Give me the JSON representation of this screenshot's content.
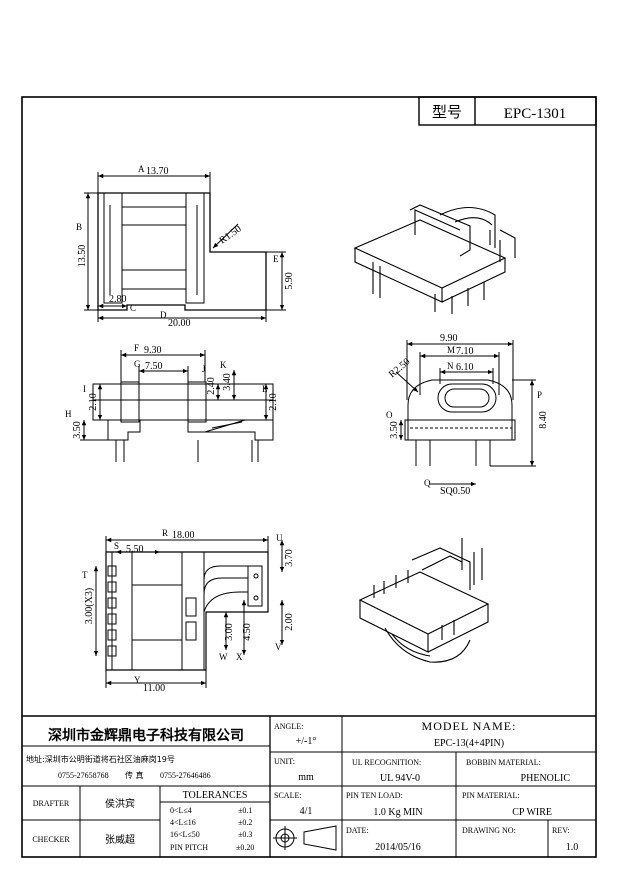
{
  "header": {
    "model_label": "型号",
    "model_value": "EPC-1301"
  },
  "views": {
    "top": {
      "labels": [
        "A",
        "B",
        "C",
        "D",
        "E"
      ],
      "dims": {
        "a": "13.70",
        "b": "13.50",
        "radius": "R1.50",
        "e": "5.90",
        "c": "2.80",
        "d": "20.00"
      }
    },
    "front": {
      "labels": [
        "F",
        "G",
        "H",
        "I",
        "J",
        "K",
        "L"
      ],
      "dims": {
        "f": "9.30",
        "g": "7.50",
        "h": "3.50",
        "i": "2.10",
        "j": "2.40",
        "k": "3.40",
        "l": "2.10"
      }
    },
    "side": {
      "labels": [
        "M",
        "N",
        "O",
        "P",
        "Q"
      ],
      "dims": {
        "top": "9.90",
        "m": "7.10",
        "n": "6.10",
        "r": "R2.50",
        "o": "3.50",
        "p": "8.40",
        "q": "SQ0.50"
      }
    },
    "bottom": {
      "labels": [
        "R",
        "S",
        "T",
        "U",
        "V",
        "W",
        "X",
        "Y"
      ],
      "dims": {
        "r": "18.00",
        "s": "5.50",
        "t": "3.00(X3)",
        "u": "3.70",
        "v": "2.00",
        "w": "3.00",
        "x": "4.50",
        "y": "11.00"
      }
    }
  },
  "title_block": {
    "company": "深圳市金辉鼎电子科技有限公司",
    "address": "地址:深圳市公明街道将石社区油麻岗19号",
    "tel": "0755-27658768",
    "fax_label": "传 真",
    "fax": "0755-27646486",
    "drafter_label": "DRAFTER",
    "drafter": "侯洪宾",
    "checker_label": "CHECKER",
    "checker": "张威超",
    "tolerances_label": "TOLERANCES",
    "tolerances": [
      {
        "range": "0<L≤4",
        "value": "±0.1"
      },
      {
        "range": "4<L≤16",
        "value": "±0.2"
      },
      {
        "range": "16<L≤50",
        "value": "±0.3"
      },
      {
        "range": "PIN PITCH",
        "value": "±0.20"
      }
    ],
    "angle_label": "ANGLE:",
    "angle": "+/-1°",
    "unit_label": "UNIT:",
    "unit": "mm",
    "scale_label": "SCALE:",
    "scale": "4/1",
    "model_name_label": "MODEL NAME:",
    "model_name": "EPC-13(4+4PIN)",
    "ul_label": "UL RECOGNITION:",
    "ul": "UL 94V-0",
    "bobbin_label": "BOBBIN MATERIAL:",
    "bobbin": "PHENOLIC",
    "pin_load_label": "PIN TEN LOAD:",
    "pin_load": "1.0 Kg MIN",
    "pin_material_label": "PIN MATERIAL:",
    "pin_material": "CP WIRE",
    "date_label": "DATE:",
    "date": "2014/05/16",
    "drawing_no_label": "DRAWING NO:",
    "rev_label": "REV:",
    "rev": "1.0"
  }
}
